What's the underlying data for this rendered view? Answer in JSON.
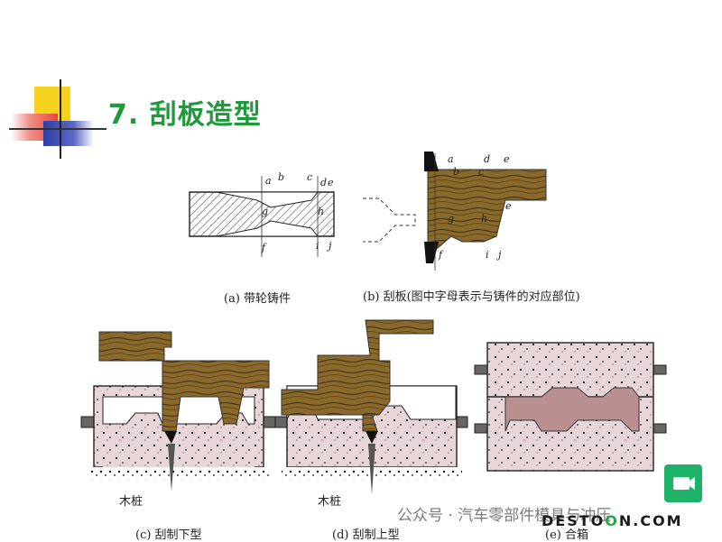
{
  "slide": {
    "title": "7. 刮板造型"
  },
  "captions": {
    "a": "(a) 带轮铸件",
    "b": "(b) 刮板(图中字母表示与铸件的对应部位)",
    "c": "(c) 刮制下型",
    "d": "(d) 刮制上型",
    "e": "(e) 合箱"
  },
  "stake_label": "木桩",
  "letters": {
    "a": "a",
    "b": "b",
    "c": "c",
    "d": "d",
    "e": "e",
    "f": "f",
    "g": "g",
    "h": "h",
    "i": "i",
    "j": "j"
  },
  "watermark": "公众号 · 汽车零部件模具与冲压",
  "brand": {
    "prefix": "DESTO",
    "highlight": "O",
    "suffix": "N.COM"
  },
  "colors": {
    "title": "#1f9a3a",
    "wood": "#8a6a2c",
    "sand": "#e7d5d8",
    "deco_yellow": "#f4d21e",
    "deco_red": "#e6453a",
    "deco_blue": "#2f3fa8"
  }
}
